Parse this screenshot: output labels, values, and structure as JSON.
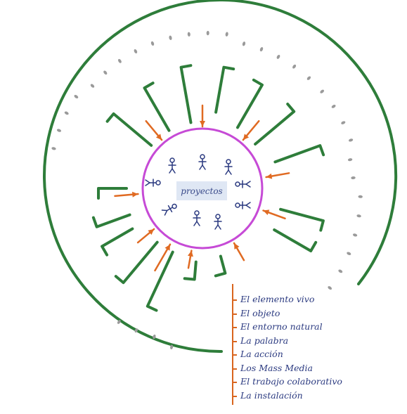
{
  "center": {
    "label": "proyectos"
  },
  "legend": {
    "items": [
      "El elemento vivo",
      "El objeto",
      "El entorno natural",
      "La palabra",
      "La acción",
      "Los Mass Media",
      "El trabajo colaborativo",
      "La instalación"
    ]
  },
  "colors": {
    "outer_circle": "#2e7d3a",
    "inner_circle": "#c64ad6",
    "arrows": "#e06a22",
    "legend_text": "#2b3a80",
    "dots": "#9a9a9a",
    "center_box": "#dfe7f4"
  }
}
